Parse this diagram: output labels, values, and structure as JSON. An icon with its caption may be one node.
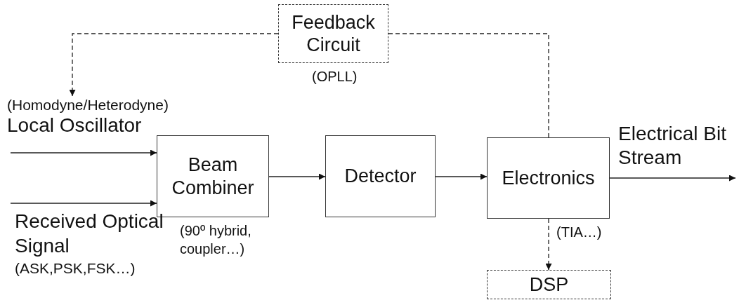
{
  "diagram": {
    "nodes": [
      {
        "text": [
          "Feedback Circuit"
        ],
        "beside": [
          "(OPLL)"
        ]
      },
      {
        "text": [
          "(Homodyne/Heterodyne)",
          "Local Oscillator"
        ]
      },
      {
        "text": [
          "Beam Combiner"
        ],
        "beside": [
          "(90º hybrid, coupler…)"
        ]
      },
      {
        "text": [
          "Detector"
        ]
      },
      {
        "text": [
          "Electronics"
        ],
        "beside": [
          "(TIA…)"
        ]
      },
      {
        "text": [
          "DSP"
        ]
      },
      {
        "text": [
          "Electrical Bit Stream"
        ]
      }
    ],
    "edges": [
      {
        "from": null,
        "to": 2,
        "arrow": "to"
      },
      {
        "from": null,
        "to": 2,
        "arrow": "to"
      },
      {
        "from": 2,
        "to": 3,
        "arrow": "to"
      },
      {
        "from": 3,
        "to": 4,
        "arrow": "to"
      },
      {
        "from": 4,
        "to": 6,
        "arrow": "to"
      },
      {
        "from": 4,
        "to": 0,
        "arrow": "none",
        "style": "dashed"
      },
      {
        "from": 0,
        "to": 1,
        "arrow": "to",
        "style": "dashed"
      },
      {
        "from": 4,
        "to": 5,
        "arrow": "to",
        "style": "dashed"
      }
    ],
    "labels": [
      "Received Optical Signal",
      "(ASK,PSK,FSK…)"
    ]
  }
}
